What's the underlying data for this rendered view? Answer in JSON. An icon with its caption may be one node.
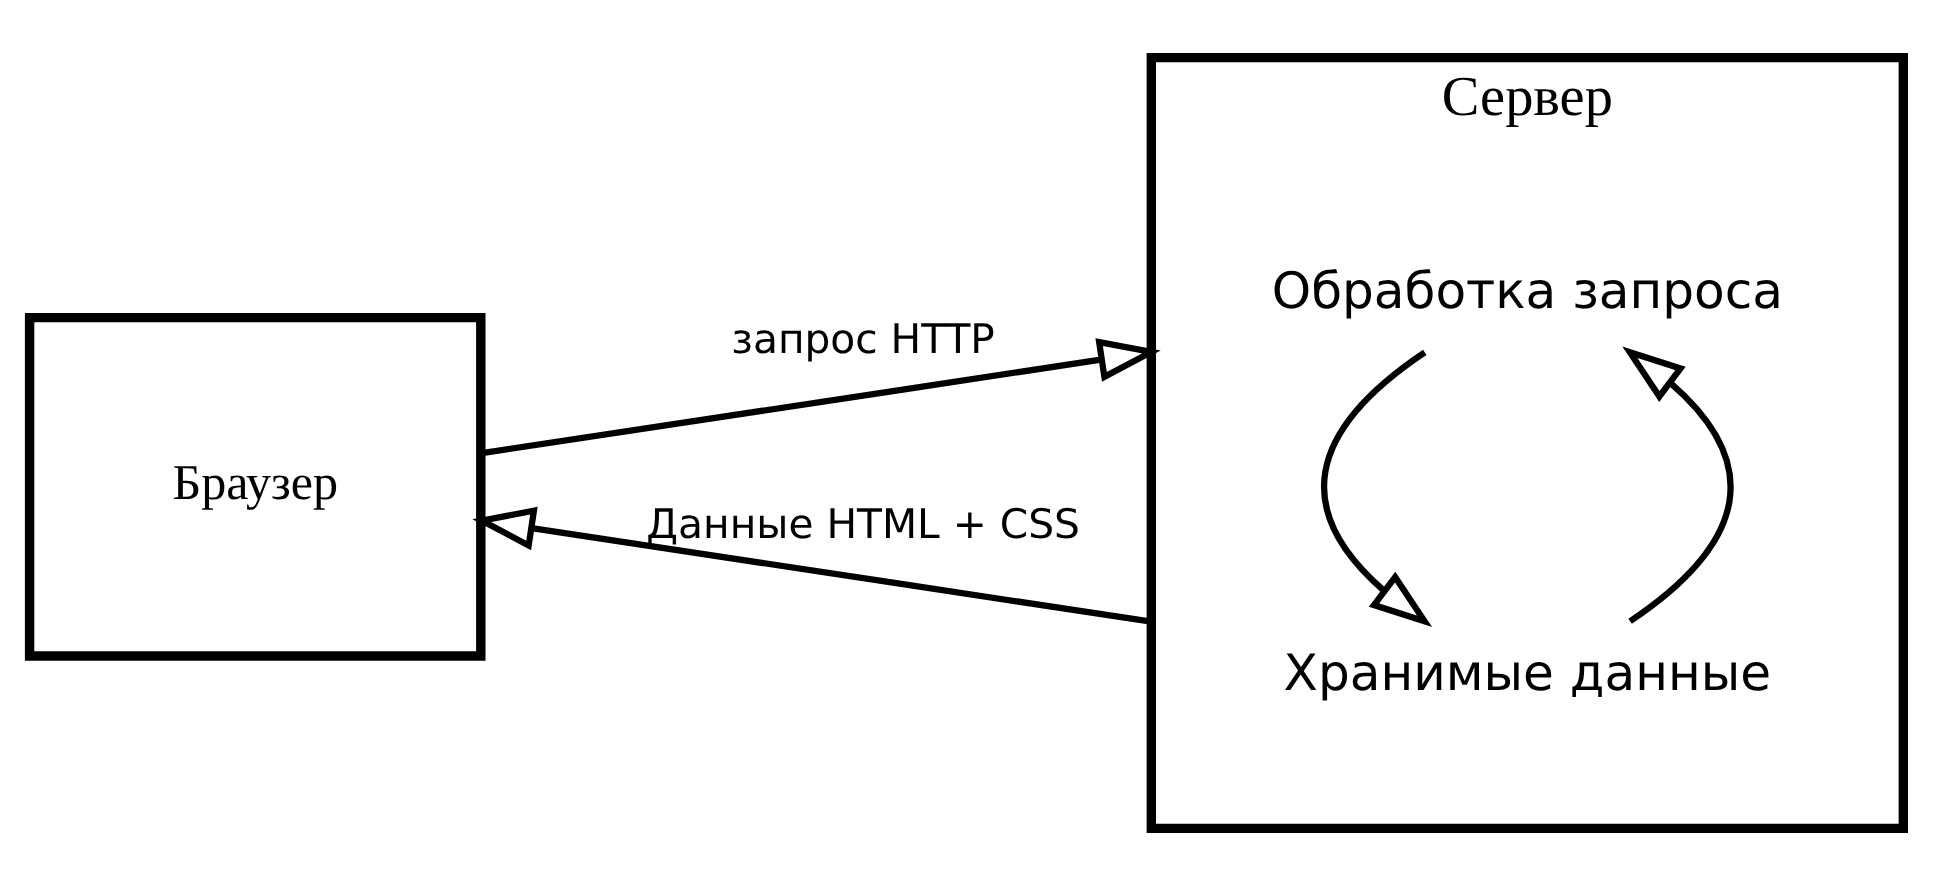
{
  "diagram": {
    "nodes": [
      {
        "text": [
          "Браузер"
        ]
      },
      {
        "text": [
          "Сервер"
        ]
      },
      {
        "text": [
          "Обработка запроса"
        ],
        "in": 1
      },
      {
        "text": [
          "Хранимые данные"
        ],
        "in": 1
      }
    ],
    "edges": [
      {
        "from": 0,
        "to": 1,
        "arrow": "to",
        "label": "запрос HTTP"
      },
      {
        "from": 1,
        "to": 0,
        "arrow": "to",
        "label": "Данные HTML + CSS"
      },
      {
        "from": 3,
        "to": 2,
        "arrow": "to"
      },
      {
        "from": 2,
        "to": 3,
        "arrow": "to"
      }
    ]
  }
}
